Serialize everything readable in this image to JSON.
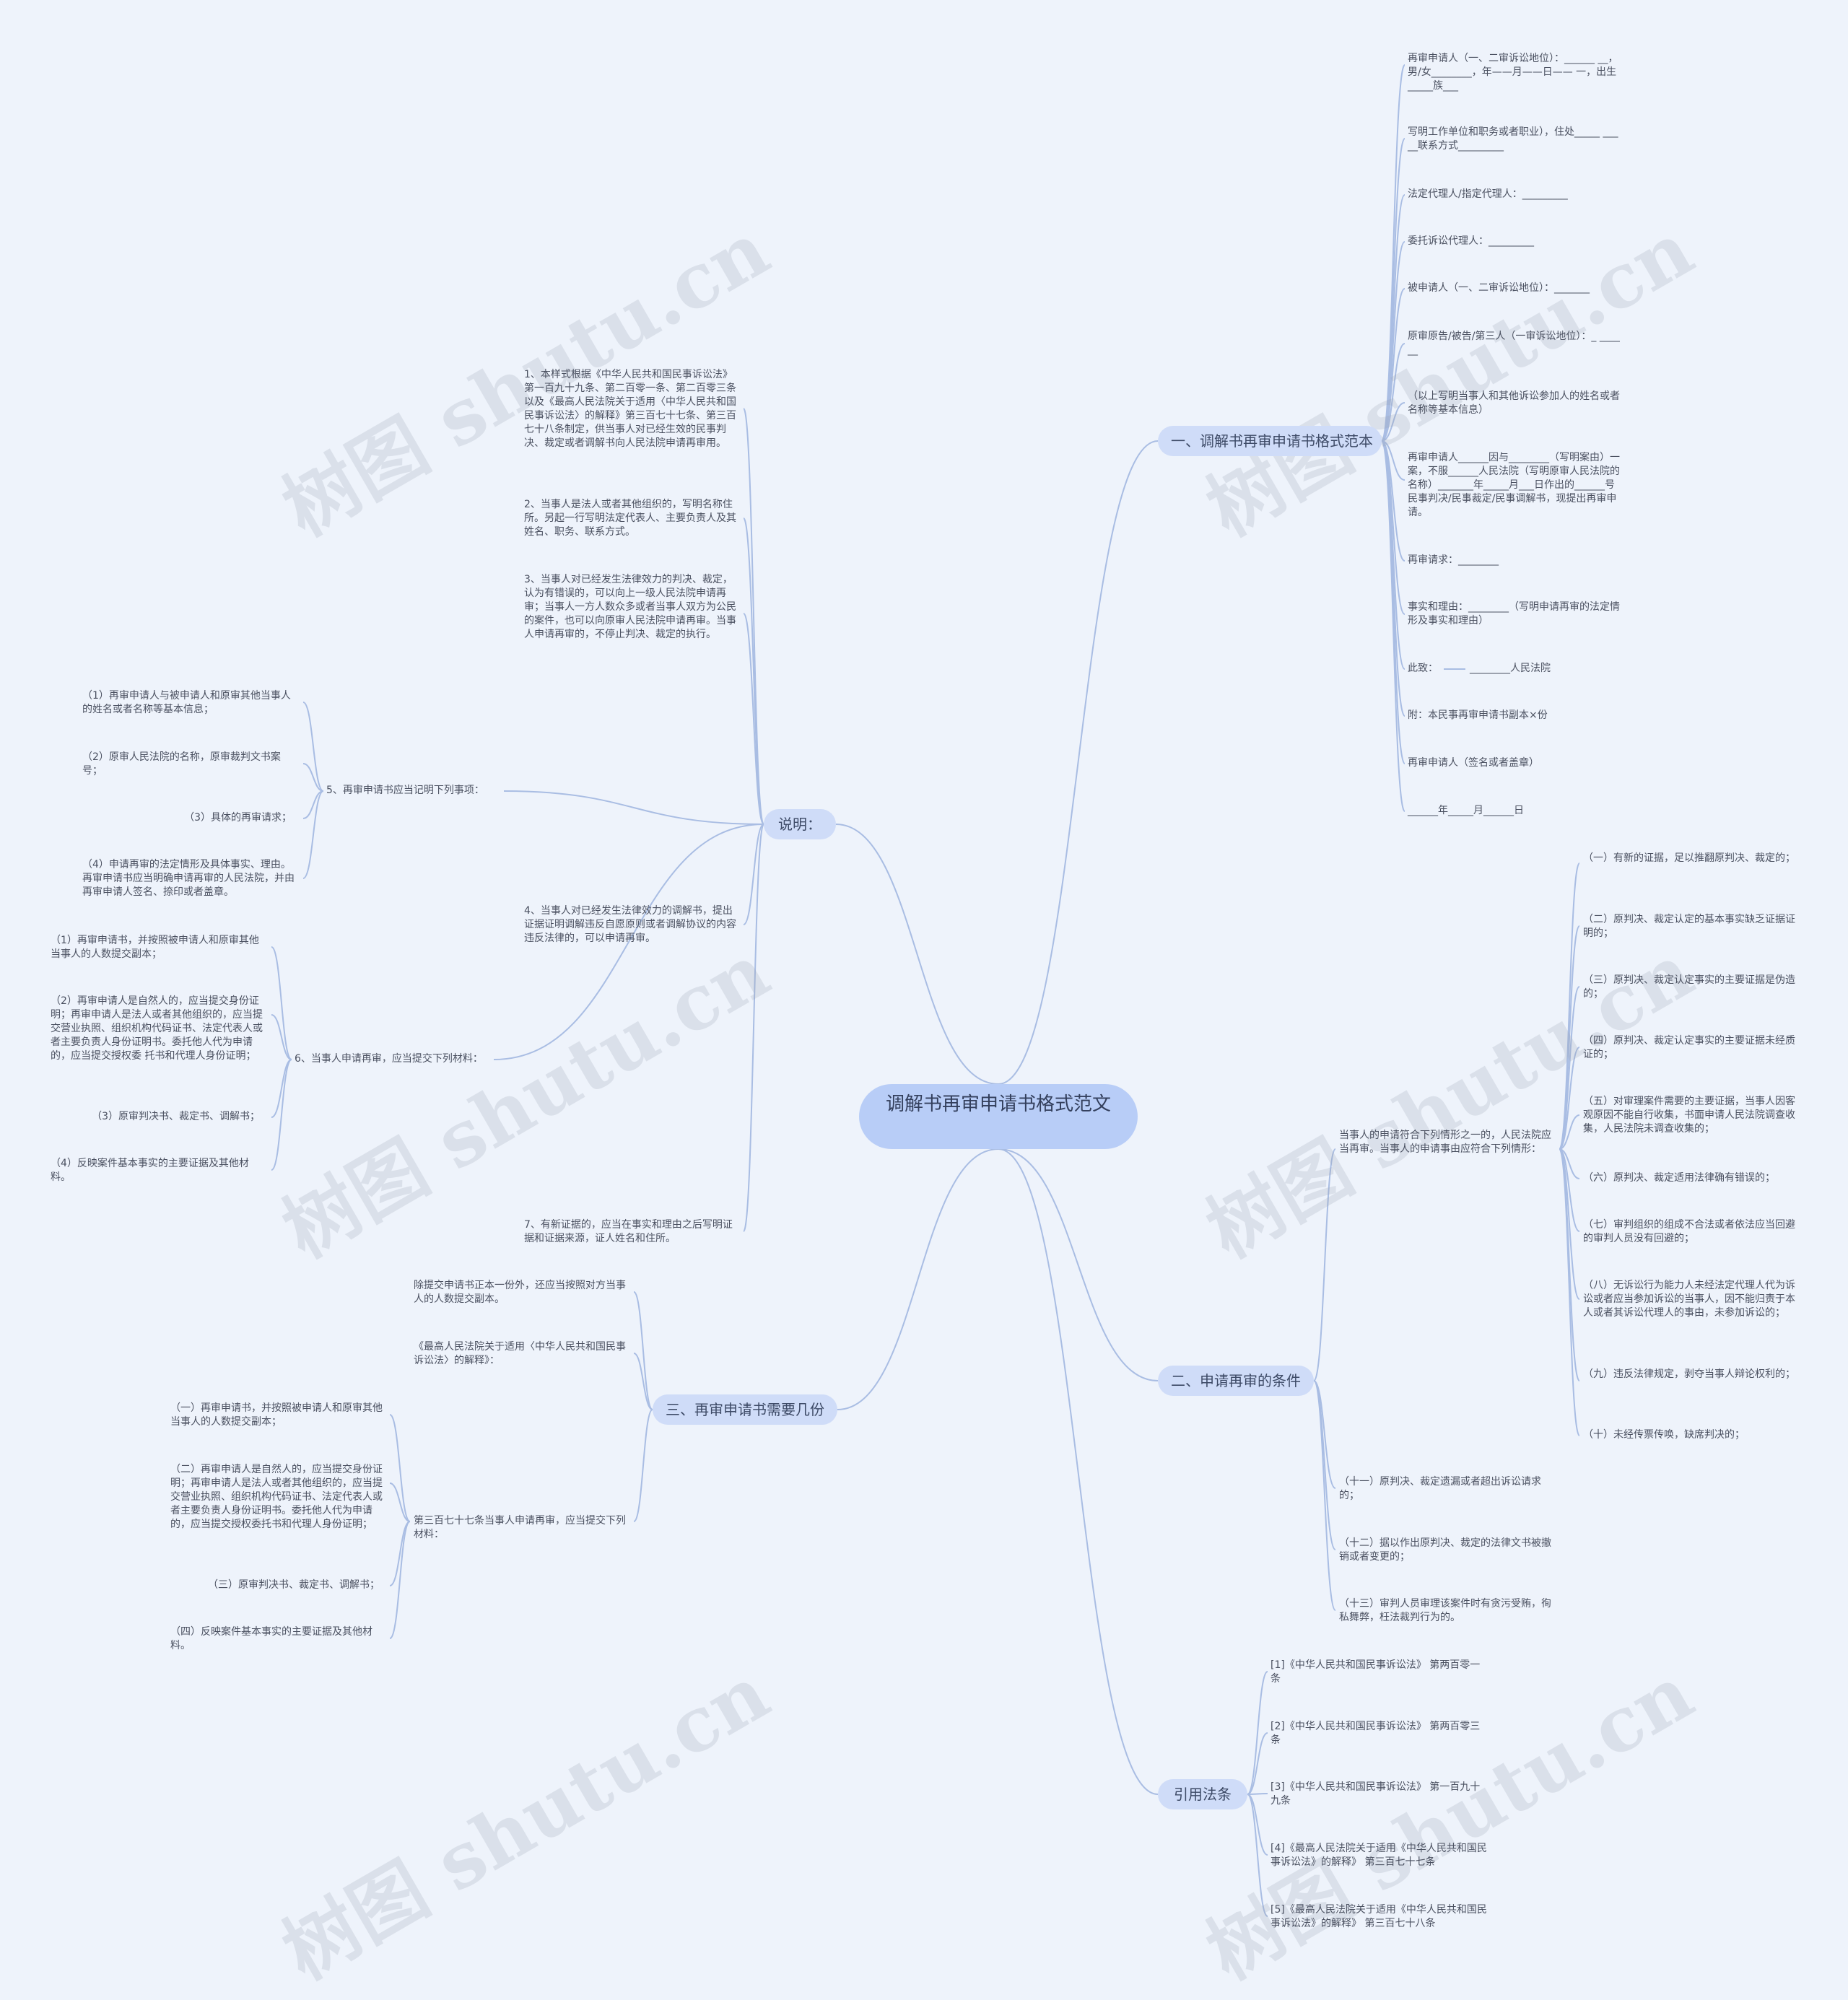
{
  "root": {
    "title": "调解书再审申请书格式范文"
  },
  "watermark": "树图 shutu.cn",
  "colors": {
    "background": "#eef3fb",
    "line": "#a9bde3",
    "pill": "#cfdcf8",
    "root": "#b8cdf7"
  },
  "branches": {
    "b1": {
      "label": "一、调解书再审申请书格式范本",
      "items": [
        "再审申请人（一、二审诉讼地位）：______ __，男/女________，年——月——日—— 一，出生_____族___",
        "写明工作单位和职务或者职业），住处_____ _____联系方式_________",
        "法定代理人/指定代理人：_________",
        "委托诉讼代理人：_________",
        "被申请人（一、二审诉讼地位）：_______",
        "原审原告/被告/第三人（一审诉讼地位）：_ ______",
        "（以上写明当事人和其他诉讼参加人的姓名或者名称等基本信息）",
        "再审申请人______因与________（写明案由）一案，不服______人民法院（写明原审人民法院的名称）_______年_____月___日作出的______号民事判决/民事裁定/民事调解书，现提出再审申请。",
        "再审请求：________",
        "事实和理由：________（写明申请再审的法定情形及事实和理由）",
        "此致：",
        "附：本民事再审申请书副本×份",
        "再审申请人（签名或者盖章）",
        "______年_____月______日"
      ],
      "court": "________人民法院"
    },
    "b2": {
      "label": "二、申请再审的条件",
      "intro": "当事人的申请符合下列情形之一的，人民法院应当再审。当事人的申请事由应符合下列情形：",
      "sub": [
        "（一）有新的证据，足以推翻原判决、裁定的；",
        "（二）原判决、裁定认定的基本事实缺乏证据证明的；",
        "（三）原判决、裁定认定事实的主要证据是伪造的；",
        "（四）原判决、裁定认定事实的主要证据未经质证的；",
        "（五）对审理案件需要的主要证据，当事人因客观原因不能自行收集，书面申请人民法院调查收集，人民法院未调查收集的；",
        "（六）原判决、裁定适用法律确有错误的；",
        "（七）审判组织的组成不合法或者依法应当回避的审判人员没有回避的；",
        "（八）无诉讼行为能力人未经法定代理人代为诉讼或者应当参加诉讼的当事人，因不能归责于本人或者其诉讼代理人的事由，未参加诉讼的；",
        "（九）违反法律规定，剥夺当事人辩论权利的；",
        "（十）未经传票传唤，缺席判决的；"
      ],
      "items": [
        "（十一）原判决、裁定遗漏或者超出诉讼请求的；",
        "（十二）据以作出原判决、裁定的法律文书被撤销或者变更的；",
        "（十三）审判人员审理该案件时有贪污受贿，徇私舞弊，枉法裁判行为的。"
      ]
    },
    "b3": {
      "label": "引用法条",
      "items": [
        "[1]《中华人民共和国民事诉讼法》 第两百零一条",
        "[2]《中华人民共和国民事诉讼法》 第两百零三条",
        "[3]《中华人民共和国民事诉讼法》 第一百九十九条",
        "[4]《最高人民法院关于适用《中华人民共和国民事诉讼法》的解释》 第三百七十七条",
        "[5]《最高人民法院关于适用《中华人民共和国民事诉讼法》的解释》 第三百七十八条"
      ]
    },
    "b4": {
      "label": "说明：",
      "items": [
        "1、本样式根据《中华人民共和国民事诉讼法》第一百九十九条、第二百零一条、第二百零三条以及《最高人民法院关于适用〈中华人民共和国民事诉讼法〉的解释》第三百七十七条、第三百七十八条制定，供当事人对已经生效的民事判决、裁定或者调解书向人民法院申请再审用。",
        "2、当事人是法人或者其他组织的，写明名称住所。另起一行写明法定代表人、主要负责人及其姓名、职务、联系方式。",
        "3、当事人对已经发生法律效力的判决、裁定，认为有错误的，可以向上一级人民法院申请再审；当事人一方人数众多或者当事人双方为公民的案件，也可以向原审人民法院申请再审。当事人申请再审的，不停止判决、裁定的执行。",
        "4、当事人对已经发生法律效力的调解书，提出证据证明调解违反自愿原则或者调解协议的内容违反法律的，可以申请再审。",
        "7、有新证据的，应当在事实和理由之后写明证据和证据来源，证人姓名和住所。"
      ],
      "item5": {
        "label": "5、再审申请书应当记明下列事项：",
        "items": [
          "（1）再审申请人与被申请人和原审其他当事人的姓名或者名称等基本信息；",
          "（2）原审人民法院的名称，原审裁判文书案号；",
          "（3）具体的再审请求；",
          "（4）申请再审的法定情形及具体事实、理由。再审申请书应当明确申请再审的人民法院，并由再审申请人签名、捺印或者盖章。"
        ]
      },
      "item6": {
        "label": "6、当事人申请再审，应当提交下列材料：",
        "items": [
          "（1）再审申请书，并按照被申请人和原审其他当事人的人数提交副本；",
          "（2）再审申请人是自然人的，应当提交身份证明；再审申请人是法人或者其他组织的，应当提交营业执照、组织机构代码证书、法定代表人或者主要负责人身份证明书。委托他人代为申请的，应当提交授权委 托书和代理人身份证明；",
          "（3）原审判决书、裁定书、调解书；",
          "（4）反映案件基本事实的主要证据及其他材料。"
        ]
      }
    },
    "b5": {
      "label": "三、再审申请书需要几份",
      "items": [
        "除提交申请书正本一份外，还应当按照对方当事人的人数提交副本。",
        "《最高人民法院关于适用〈中华人民共和国民事诉讼法〉的解释》："
      ],
      "art": {
        "label": "第三百七十七条当事人申请再审，应当提交下列材料：",
        "items": [
          "（一）再审申请书，并按照被申请人和原审其他当事人的人数提交副本；",
          "（二）再审申请人是自然人的，应当提交身份证明；再审申请人是法人或者其他组织的，应当提交营业执照、组织机构代码证书、法定代表人或者主要负责人身份证明书。委托他人代为申请的，应当提交授权委托书和代理人身份证明；",
          "（三）原审判决书、裁定书、调解书；",
          "（四）反映案件基本事实的主要证据及其他材料。"
        ]
      }
    }
  }
}
